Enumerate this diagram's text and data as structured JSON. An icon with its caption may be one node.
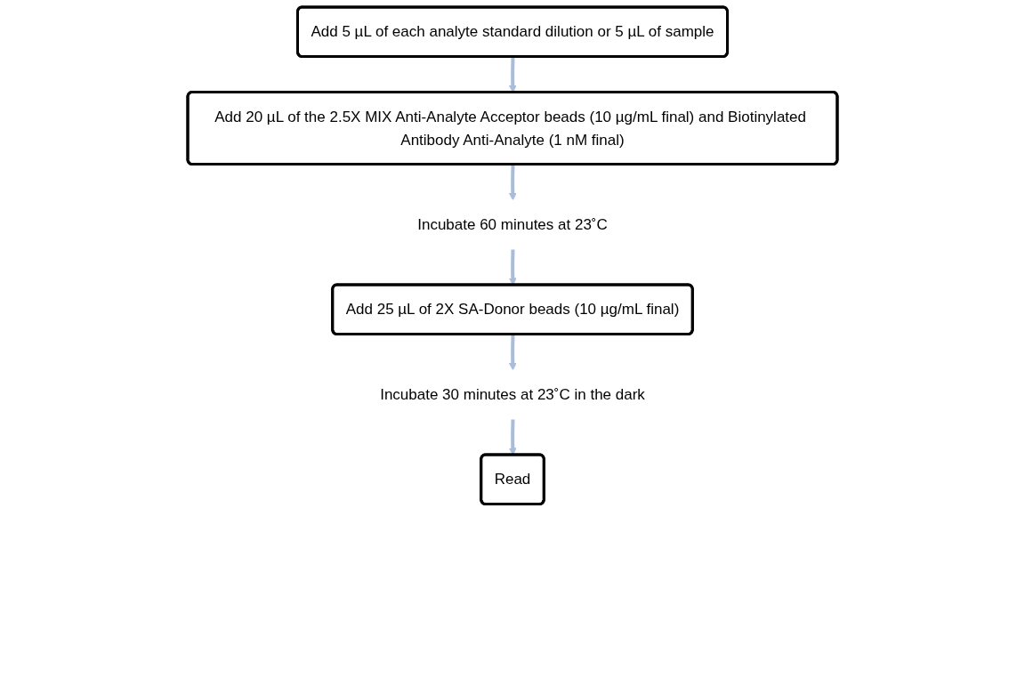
{
  "diagram": {
    "nodes": [
      {
        "text": [
          "Add 5 µL of each analyte standard dilution or 5 µL of sample"
        ]
      },
      {
        "text": [
          "Add 20 µL of the 2.5X MIX Anti-Analyte Acceptor beads (10 µg/mL final) and Biotinylated Antibody Anti-Analyte (1 nM final)"
        ]
      },
      {
        "text": [
          "Incubate 60 minutes at 23˚C"
        ]
      },
      {
        "text": [
          "Add 25 µL of 2X SA-Donor beads (10 µg/mL final)"
        ]
      },
      {
        "text": [
          "Incubate 30 minutes at 23˚C in the dark"
        ]
      },
      {
        "text": [
          "Read"
        ]
      }
    ],
    "edges": [
      {
        "from": 0,
        "to": 1,
        "arrow": "to"
      },
      {
        "from": 1,
        "to": 2,
        "arrow": "to"
      },
      {
        "from": 2,
        "to": 3,
        "arrow": "to"
      },
      {
        "from": 3,
        "to": 4,
        "arrow": "to"
      },
      {
        "from": 4,
        "to": 5,
        "arrow": "to"
      }
    ]
  }
}
